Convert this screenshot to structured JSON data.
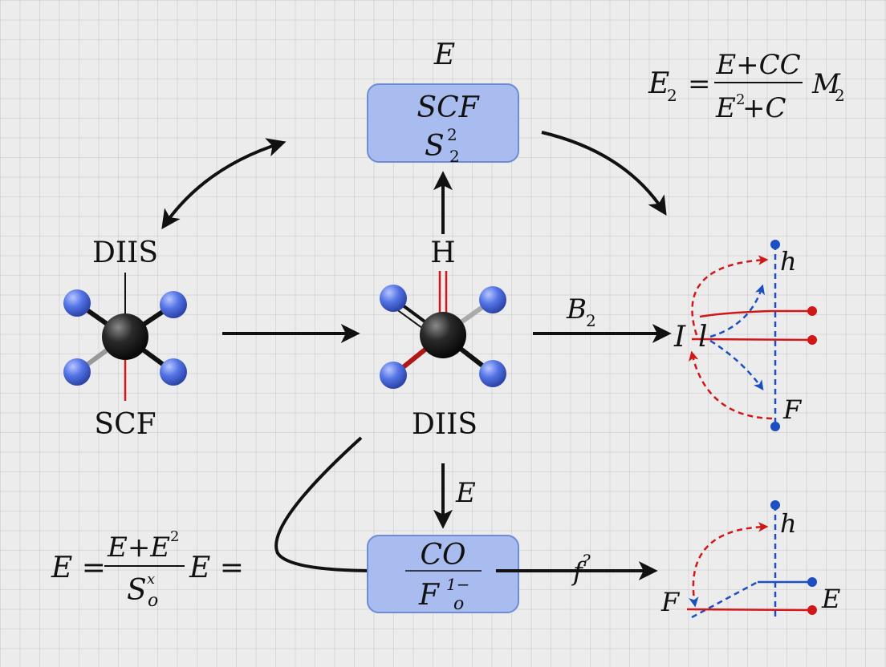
{
  "top_box": {
    "label": "E",
    "line1": "SCF",
    "line2_base": "S",
    "line2_sup": "2",
    "line2_sub": "2"
  },
  "bottom_box": {
    "num": "CO",
    "den_base": "F",
    "den_sup": "1−",
    "den_sub": "o"
  },
  "left_molecule": {
    "top_label": "DIIS",
    "bottom_label": "SCF"
  },
  "center_molecule": {
    "top_label": "H",
    "bottom_label": "DIIS"
  },
  "arrow_labels": {
    "center_right": "B",
    "center_right_sub": "2",
    "down": "E",
    "bottom_right": "f",
    "bottom_right_sup": "?"
  },
  "top_equation": {
    "lhs": "E",
    "lhs_sub": "2",
    "num": "E+CC",
    "den_base": "E",
    "den_sup": "2",
    "den_rest": " +C",
    "tail": "M",
    "tail_sub": "2"
  },
  "left_equation": {
    "lhs": "E =",
    "num_a": "E+E",
    "num_sup": "2",
    "den_base": "S",
    "den_sup": "x",
    "den_sub": "o",
    "tail": "E ="
  },
  "upper_right_diagram": {
    "label_i": "I",
    "label_l": "l",
    "label_h": "h",
    "label_f": "F"
  },
  "lower_right_diagram": {
    "label_h": "h",
    "label_f": "F",
    "label_e": "E"
  },
  "colors": {
    "box_fill": "#a9bcef",
    "box_stroke": "#6e8bd6",
    "red": "#d01818",
    "blue": "#1c4fc0",
    "atom_blue": "#4f6ee0",
    "atom_black": "#1b1b1b"
  }
}
